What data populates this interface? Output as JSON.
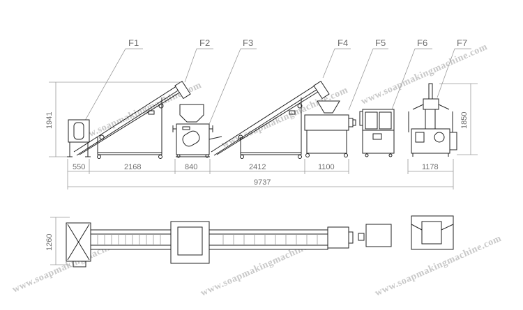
{
  "watermark": "www.soapmakingmachine.com",
  "labels": [
    "F1",
    "F2",
    "F3",
    "F4",
    "F5",
    "F6",
    "F7"
  ],
  "dimensions": {
    "segments": [
      "550",
      "2168",
      "840",
      "2412",
      "1100",
      "1178"
    ],
    "total_length": "9737",
    "height_left": "1941",
    "height_right": "1850",
    "plan_width": "1260"
  }
}
